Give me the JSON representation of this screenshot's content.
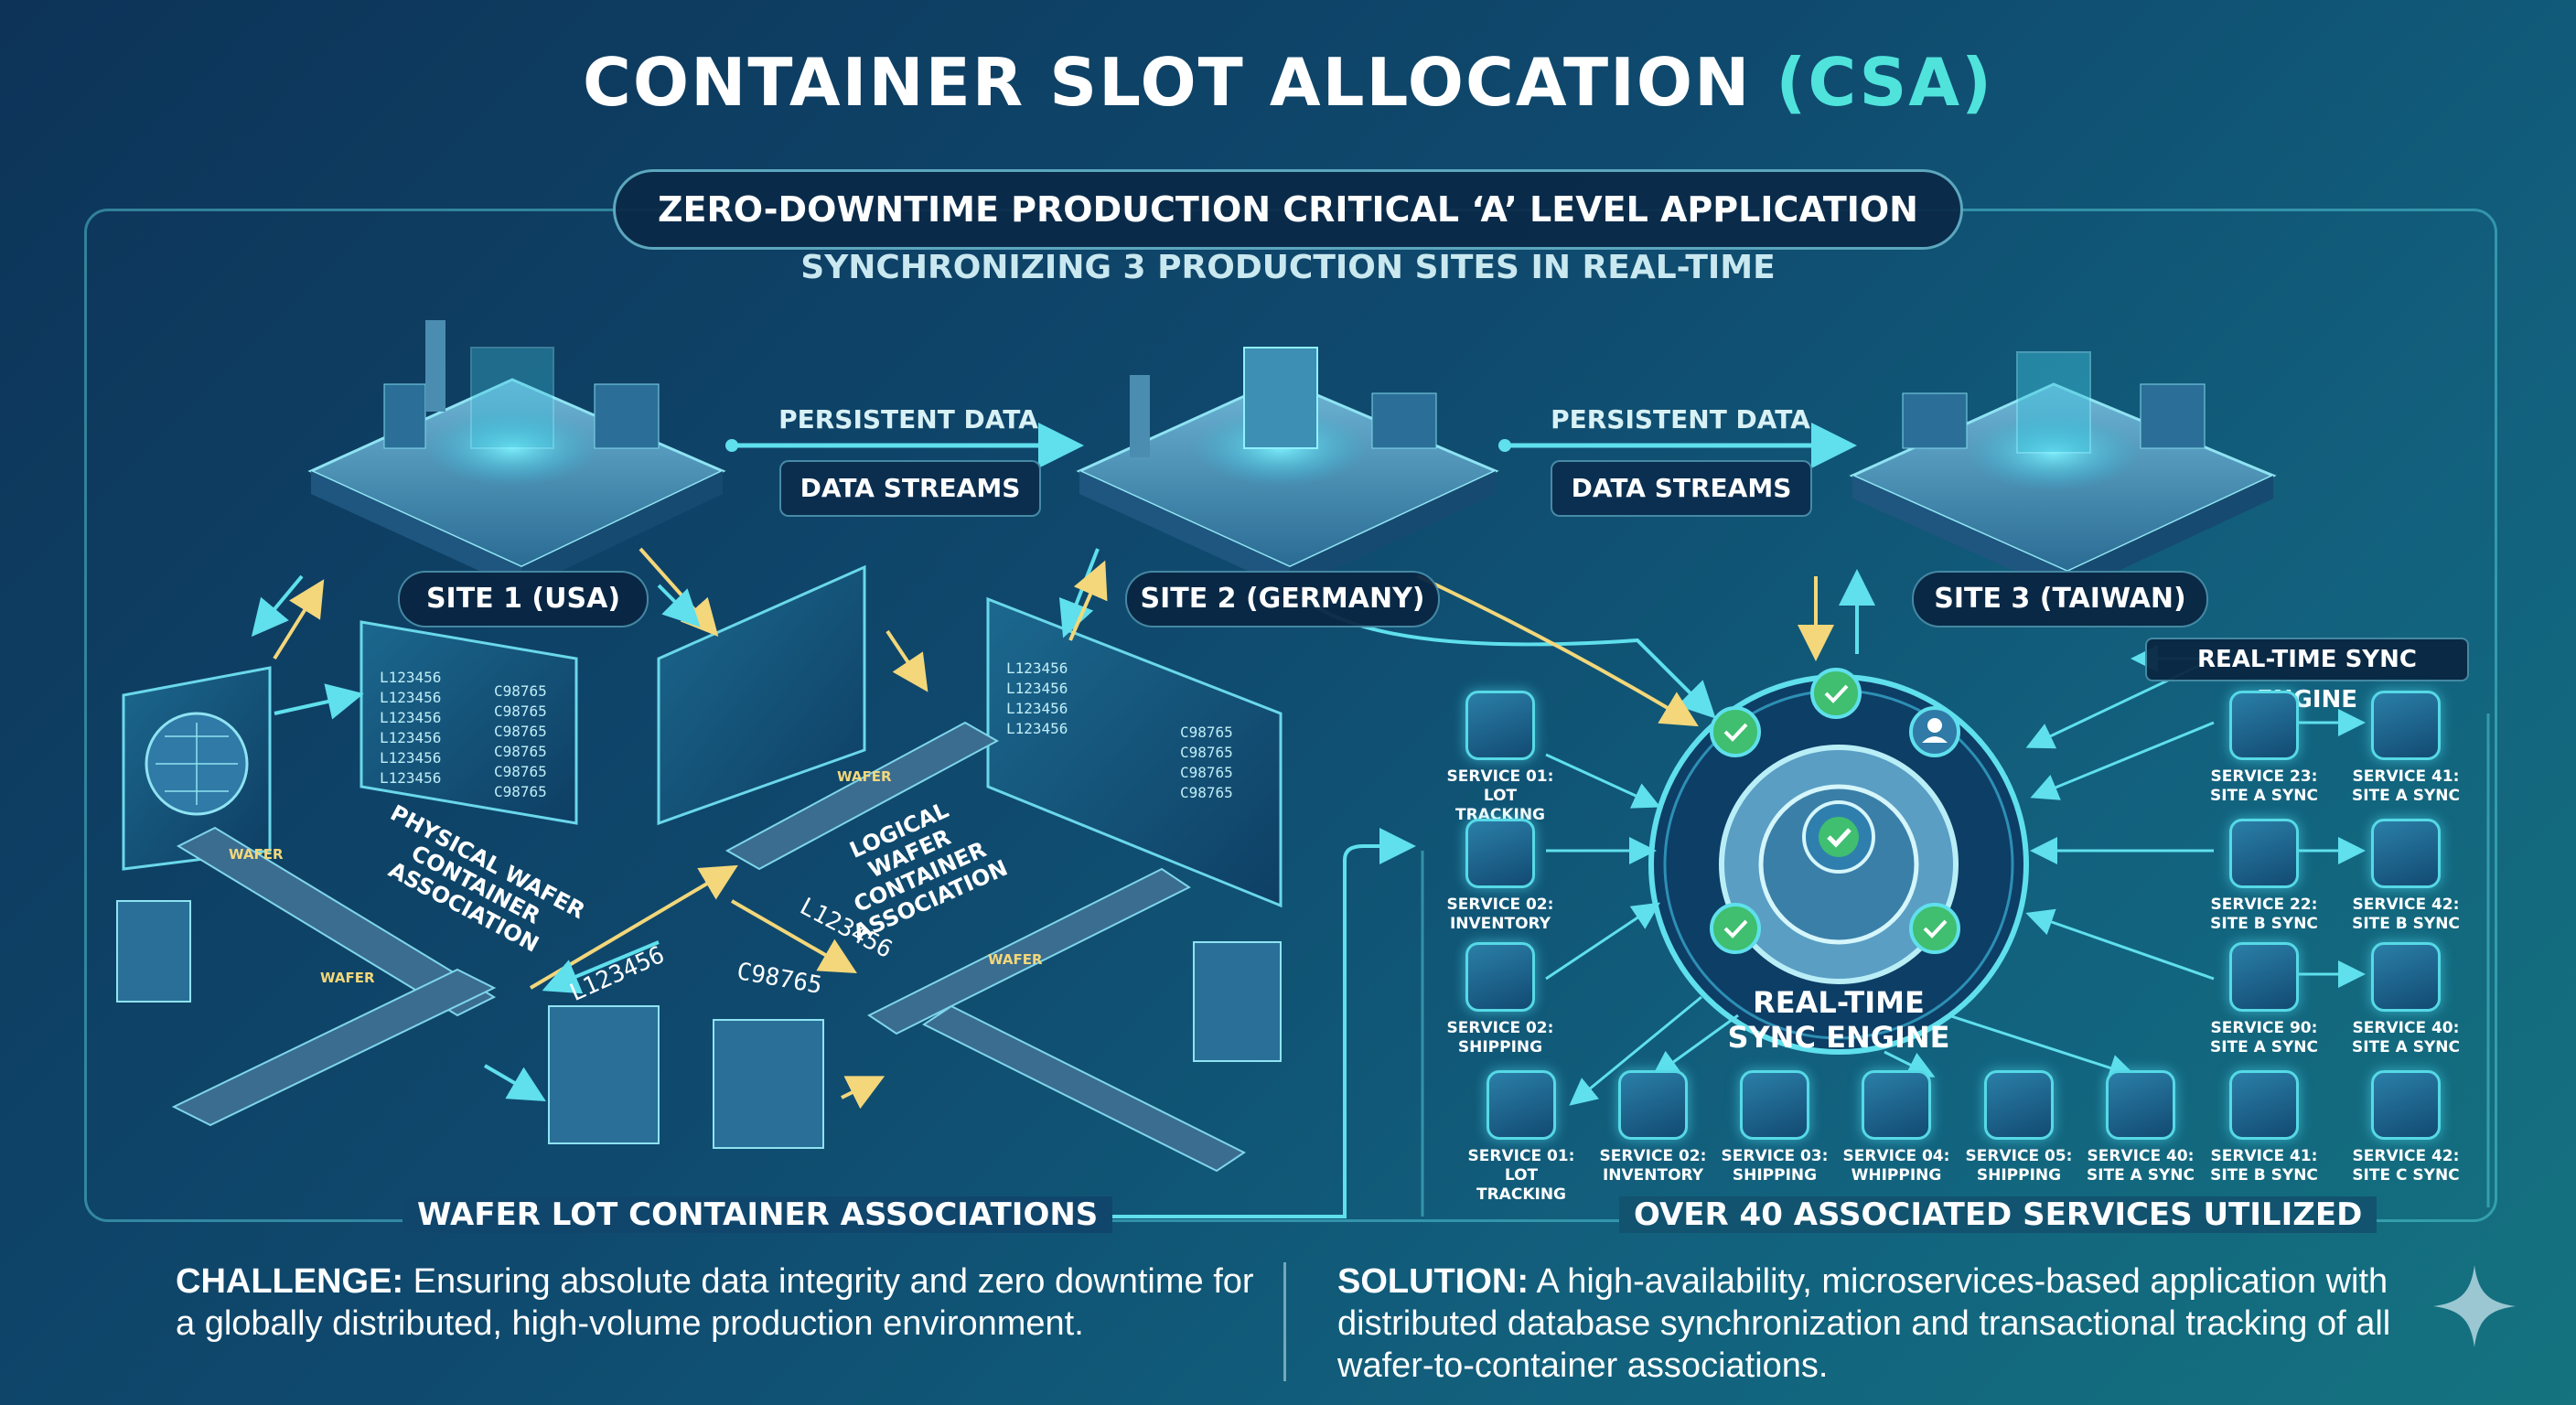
{
  "header": {
    "title_main": "CONTAINER SLOT ALLOCATION",
    "title_accent": "(CSA)",
    "subtitle": "ZERO-DOWNTIME PRODUCTION CRITICAL ‘A’ LEVEL APPLICATION",
    "tagline": "SYNCHRONIZING 3 PRODUCTION SITES IN REAL-TIME"
  },
  "flows": [
    {
      "top": "PERSISTENT DATA",
      "bottom": "DATA STREAMS"
    },
    {
      "top": "PERSISTENT DATA",
      "bottom": "DATA STREAMS"
    }
  ],
  "sites": [
    {
      "label": "SITE 1 (USA)"
    },
    {
      "label": "SITE 2 (GERMANY)"
    },
    {
      "label": "SITE 3 (TAIWAN)"
    }
  ],
  "wafer_section": {
    "physical_label": "PHYSICAL WAFER CONTAINER ASSOCIATION",
    "logical_label": "LOGICAL WAFER CONTAINER ASSOCIATION",
    "lot_id": "L123456",
    "container_id": "C98765",
    "wafer_text": "WAFER",
    "section_title": "WAFER LOT CONTAINER ASSOCIATIONS",
    "screen_left_rows": [
      "L123456",
      "L123456",
      "L123456",
      "L123456",
      "L123456",
      "L123456"
    ],
    "screen_right_rows": [
      "C98765",
      "C98765",
      "C98765",
      "C98765",
      "C98765",
      "C98765"
    ]
  },
  "engine": {
    "label_line1": "REAL-TIME",
    "label_line2": "SYNC ENGINE",
    "tag": "REAL-TIME SYNC ENGINE"
  },
  "services": {
    "left": [
      {
        "name": "SERVICE 01:",
        "desc": "LOT TRACKING",
        "icon": "magnifier-icon"
      },
      {
        "name": "SERVICE 02:",
        "desc": "INVENTORY",
        "icon": "shield-document-icon"
      },
      {
        "name": "SERVICE 02:",
        "desc": "SHIPPING",
        "icon": "hand-box-icon"
      }
    ],
    "bottom": [
      {
        "name": "SERVICE 01:",
        "desc": "LOT TRACKING",
        "icon": "magnifier-icon"
      },
      {
        "name": "SERVICE 02:",
        "desc": "INVENTORY",
        "icon": "box-icon"
      },
      {
        "name": "SERVICE 03:",
        "desc": "SHIPPING",
        "icon": "upload-box-icon"
      },
      {
        "name": "SERVICE 04:",
        "desc": "WHIPPING",
        "icon": "cycle-icon"
      },
      {
        "name": "SERVICE 05:",
        "desc": "SHIPPING",
        "icon": "checklist-icon"
      },
      {
        "name": "SERVICE 40:",
        "desc": "SITE A SYNC",
        "icon": "gear-icon"
      },
      {
        "name": "SERVICE 41:",
        "desc": "SITE B SYNC",
        "icon": "factory-icon"
      },
      {
        "name": "SERVICE 42:",
        "desc": "SITE C SYNC",
        "icon": "gear-icon"
      }
    ],
    "right_col1": [
      {
        "name": "SERVICE 23:",
        "desc": "SITE A SYNC",
        "icon": "calendar-check-icon"
      },
      {
        "name": "SERVICE 22:",
        "desc": "SITE B SYNC",
        "icon": "factory-icon"
      },
      {
        "name": "SERVICE 90:",
        "desc": "SITE A SYNC",
        "icon": "network-icon"
      }
    ],
    "right_col2": [
      {
        "name": "SERVICE 41:",
        "desc": "SITE A SYNC",
        "icon": "gears-icon"
      },
      {
        "name": "SERVICE 42:",
        "desc": "SITE B SYNC",
        "icon": "gear-icon"
      },
      {
        "name": "SERVICE 40:",
        "desc": "SITE A SYNC",
        "icon": "gear-icon"
      }
    ],
    "section_title": "OVER 40 ASSOCIATED SERVICES UTILIZED"
  },
  "footer": {
    "challenge_label": "CHALLENGE:",
    "challenge_text": "Ensuring absolute data integrity and zero downtime for a globally distributed, high-volume production environment.",
    "solution_label": "SOLUTION:",
    "solution_text": "A high-availability, microservices-based application with distributed database synchronization and transactional tracking of all wafer-to-container associations."
  },
  "colors": {
    "accent": "#4fe3dc",
    "arrow_yellow": "#f3d77a",
    "arrow_cyan": "#5fe0ec",
    "check_green": "#3fbf6f"
  }
}
